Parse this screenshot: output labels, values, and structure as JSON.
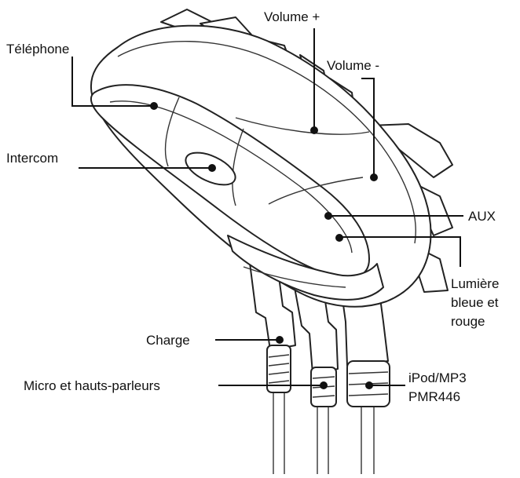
{
  "diagram": {
    "callouts": [
      {
        "id": "telephone",
        "label": "Téléphone"
      },
      {
        "id": "volume-plus",
        "label": "Volume +"
      },
      {
        "id": "volume-minus",
        "label": "Volume -"
      },
      {
        "id": "intercom",
        "label": "Intercom"
      },
      {
        "id": "aux",
        "label": "AUX"
      },
      {
        "id": "lumiere",
        "label_lines": [
          "Lumière",
          "bleue et",
          "rouge"
        ]
      },
      {
        "id": "charge",
        "label": "Charge"
      },
      {
        "id": "micro",
        "label": "Micro et hauts-parleurs"
      },
      {
        "id": "ipod",
        "label_lines": [
          "iPod/MP3",
          "PMR446"
        ]
      }
    ]
  }
}
